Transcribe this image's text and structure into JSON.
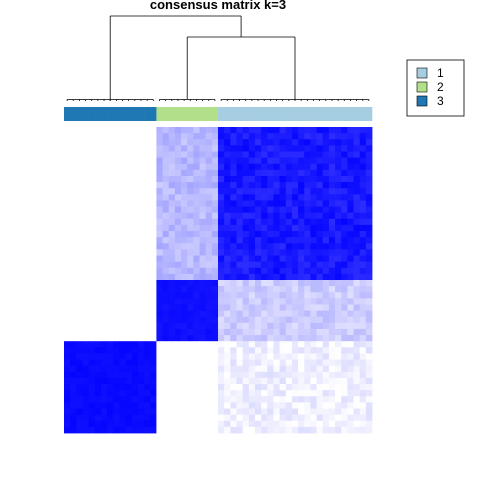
{
  "chart_data": {
    "type": "heatmap",
    "title": "consensus matrix k=3",
    "k": 3,
    "sample_count": 50,
    "value_range": [
      0,
      1
    ],
    "color_scale": {
      "low": "#ffffff",
      "high": "#0000ff"
    },
    "cluster_colors": {
      "1": "#a6cee3",
      "2": "#b2df8a",
      "3": "#1f78b4"
    },
    "column_groups": [
      {
        "cluster": "3",
        "count": 15
      },
      {
        "cluster": "2",
        "count": 10
      },
      {
        "cluster": "1",
        "count": 25
      }
    ],
    "row_groups": [
      {
        "cluster": "1",
        "count": 25
      },
      {
        "cluster": "2",
        "count": 10
      },
      {
        "cluster": "3",
        "count": 15
      }
    ],
    "block_values": [
      {
        "row_cluster": "1",
        "col_cluster": "3",
        "value": 0.0
      },
      {
        "row_cluster": "1",
        "col_cluster": "2",
        "value": 0.28
      },
      {
        "row_cluster": "1",
        "col_cluster": "1",
        "value": 0.9
      },
      {
        "row_cluster": "2",
        "col_cluster": "3",
        "value": 0.0
      },
      {
        "row_cluster": "2",
        "col_cluster": "2",
        "value": 0.96
      },
      {
        "row_cluster": "2",
        "col_cluster": "1",
        "value": 0.2
      },
      {
        "row_cluster": "3",
        "col_cluster": "3",
        "value": 0.98
      },
      {
        "row_cluster": "3",
        "col_cluster": "2",
        "value": 0.0
      },
      {
        "row_cluster": "3",
        "col_cluster": "1",
        "value": 0.06
      }
    ],
    "legend": {
      "position": "top-right",
      "entries": [
        {
          "label": "1",
          "color": "#a6cee3"
        },
        {
          "label": "2",
          "color": "#b2df8a"
        },
        {
          "label": "3",
          "color": "#1f78b4"
        }
      ]
    },
    "dendrogram": "top"
  }
}
